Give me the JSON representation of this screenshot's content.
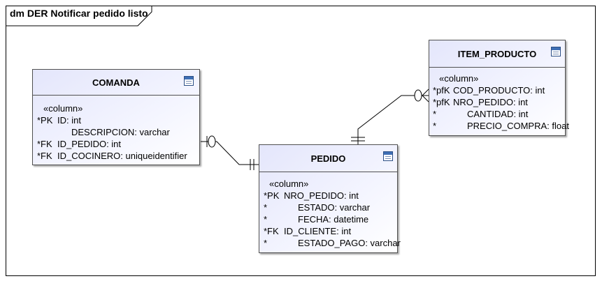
{
  "diagram": {
    "title": "dm DER Notificar pedido listo"
  },
  "entities": {
    "comanda": {
      "name": "COMANDA",
      "stereotype": "«column»",
      "attributes": [
        {
          "key": "*PK",
          "text": "ID: int"
        },
        {
          "key": "",
          "text": "DESCRIPCION: varchar"
        },
        {
          "key": "*FK",
          "text": "ID_PEDIDO: int"
        },
        {
          "key": "*FK",
          "text": "ID_COCINERO: uniqueidentifier"
        }
      ]
    },
    "item_producto": {
      "name": "ITEM_PRODUCTO",
      "stereotype": "«column»",
      "attributes": [
        {
          "key": "*pfK",
          "text": "COD_PRODUCTO: int"
        },
        {
          "key": "*pfK",
          "text": "NRO_PEDIDO: int"
        },
        {
          "key": "*",
          "text": "CANTIDAD: int"
        },
        {
          "key": "*",
          "text": "PRECIO_COMPRA: float"
        }
      ]
    },
    "pedido": {
      "name": "PEDIDO",
      "stereotype": "«column»",
      "attributes": [
        {
          "key": "*PK",
          "text": "NRO_PEDIDO: int"
        },
        {
          "key": "*",
          "text": "ESTADO: varchar"
        },
        {
          "key": "*",
          "text": "FECHA: datetime"
        },
        {
          "key": "*FK",
          "text": "ID_CLIENTE: int"
        },
        {
          "key": "*",
          "text": "ESTADO_PAGO: varchar"
        }
      ]
    }
  },
  "colors": {
    "entity_fill": "#eceefd",
    "entity_border": "#505050",
    "icon_blue": "#3f6fb5"
  }
}
